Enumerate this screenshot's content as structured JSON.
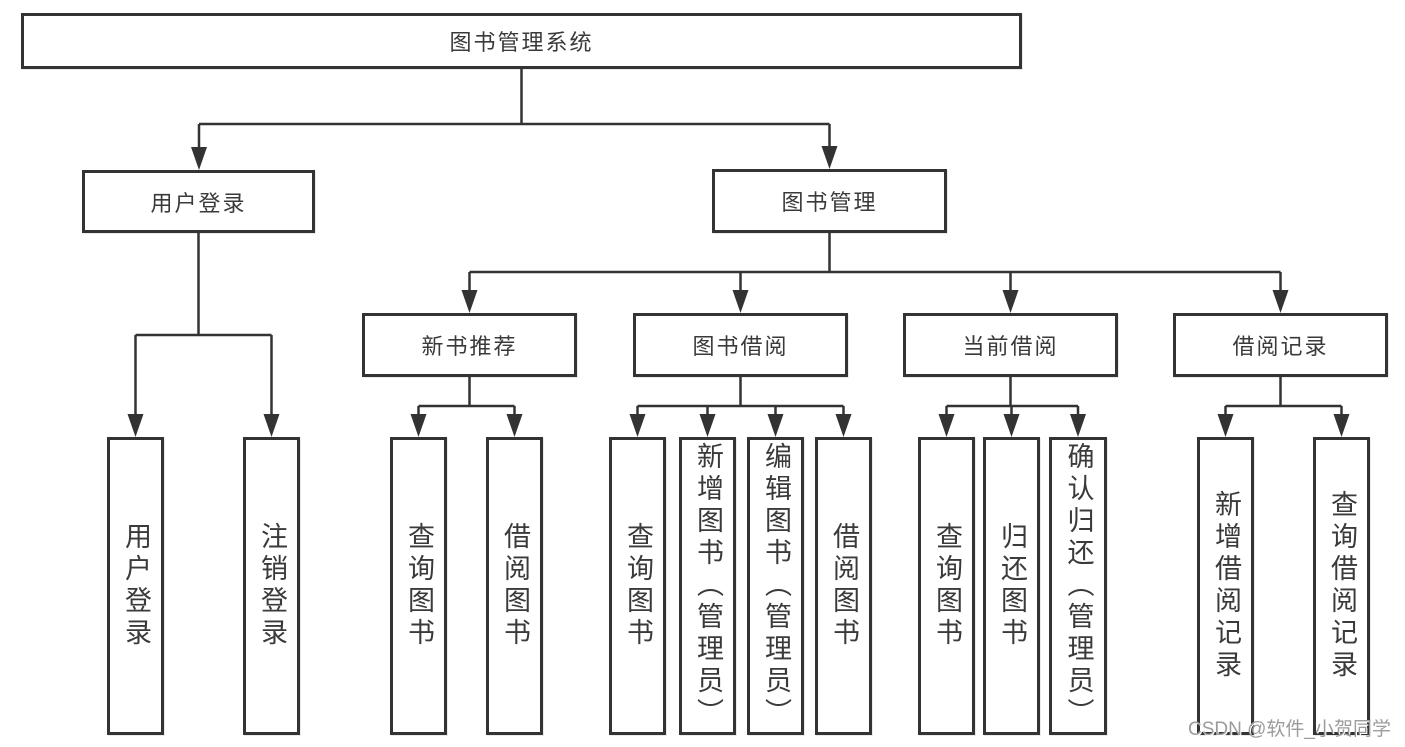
{
  "colors": {
    "line": "#333333",
    "box_border": "#333333",
    "text": "#3a3a3a",
    "watermark": "#9c9c9c",
    "background": "#ffffff"
  },
  "tree": {
    "root": "图书管理系统",
    "user_login": {
      "label": "用户登录",
      "children": [
        "用户登录",
        "注销登录"
      ]
    },
    "book_mgmt": {
      "label": "图书管理"
    },
    "new_book": {
      "label": "新书推荐",
      "children": [
        "查询图书",
        "借阅图书"
      ]
    },
    "borrow": {
      "label": "图书借阅",
      "children": [
        "查询图书",
        "新增图书（管理员）",
        "编辑图书（管理员）",
        "借阅图书"
      ]
    },
    "current": {
      "label": "当前借阅",
      "children": [
        "查询图书",
        "归还图书",
        "确认归还（管理员）"
      ]
    },
    "records": {
      "label": "借阅记录",
      "children": [
        "新增借阅记录",
        "查询借阅记录"
      ]
    }
  },
  "watermark": "CSDN @软件_小贺同学"
}
